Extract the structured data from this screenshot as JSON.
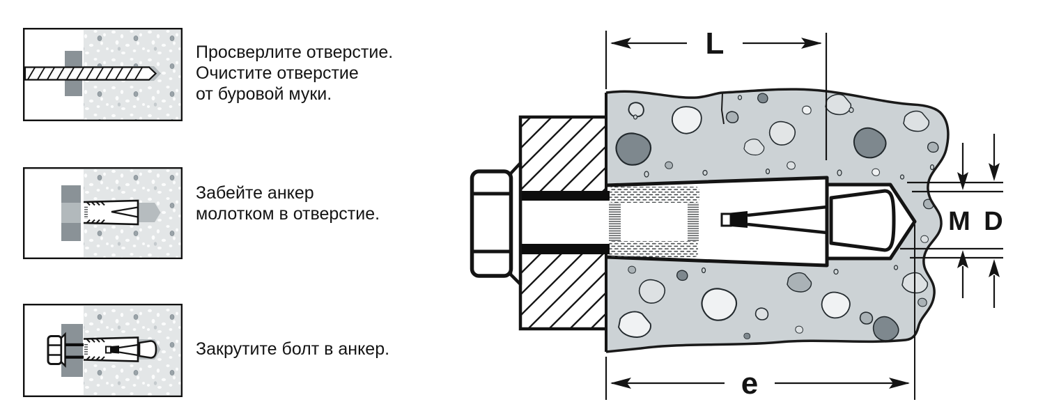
{
  "steps": [
    {
      "id": "drill",
      "lines": [
        "Просверлите отверстие.",
        "Очистите отверстие",
        "от буровой муки."
      ]
    },
    {
      "id": "hammer",
      "lines": [
        "Забейте анкер",
        "молотком в отверстие."
      ]
    },
    {
      "id": "screw",
      "lines": [
        "Закрутите болт в анкер."
      ]
    }
  ],
  "diagram": {
    "labels": {
      "length": "L",
      "embedment": "e",
      "thread": "M",
      "drill_diameter": "D"
    }
  },
  "colors": {
    "ink": "#141414",
    "concrete_base": "#ccd2d5",
    "concrete_light": "#e3e6e7",
    "stone_white": "#f0f2f3",
    "stone_light": "#dde1e3",
    "stone_mid": "#aab2b6",
    "stone_dark": "#7e888e",
    "plate_dark": "#8a9297",
    "plate_hole": "#b2b9bc",
    "hole_gray": "#b6bcbf"
  }
}
